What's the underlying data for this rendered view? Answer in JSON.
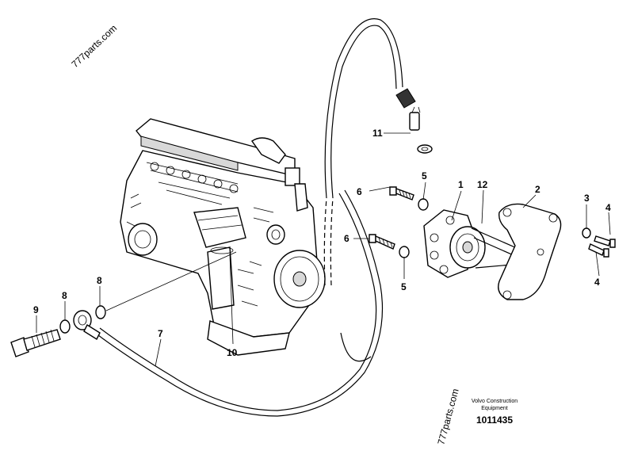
{
  "watermark": {
    "top": "777parts.com",
    "bottom": "777parts.com"
  },
  "title_block": {
    "line1": "Volvo Construction",
    "line2": "Equipment",
    "number": "1011435"
  },
  "callouts": {
    "c1": "1",
    "c2": "2",
    "c3": "3",
    "c4a": "4",
    "c4b": "4",
    "c5a": "5",
    "c5b": "5",
    "c6a": "6",
    "c6b": "6",
    "c7": "7",
    "c8a": "8",
    "c8b": "8",
    "c9": "9",
    "c10": "10",
    "c11": "11",
    "c12": "12"
  }
}
